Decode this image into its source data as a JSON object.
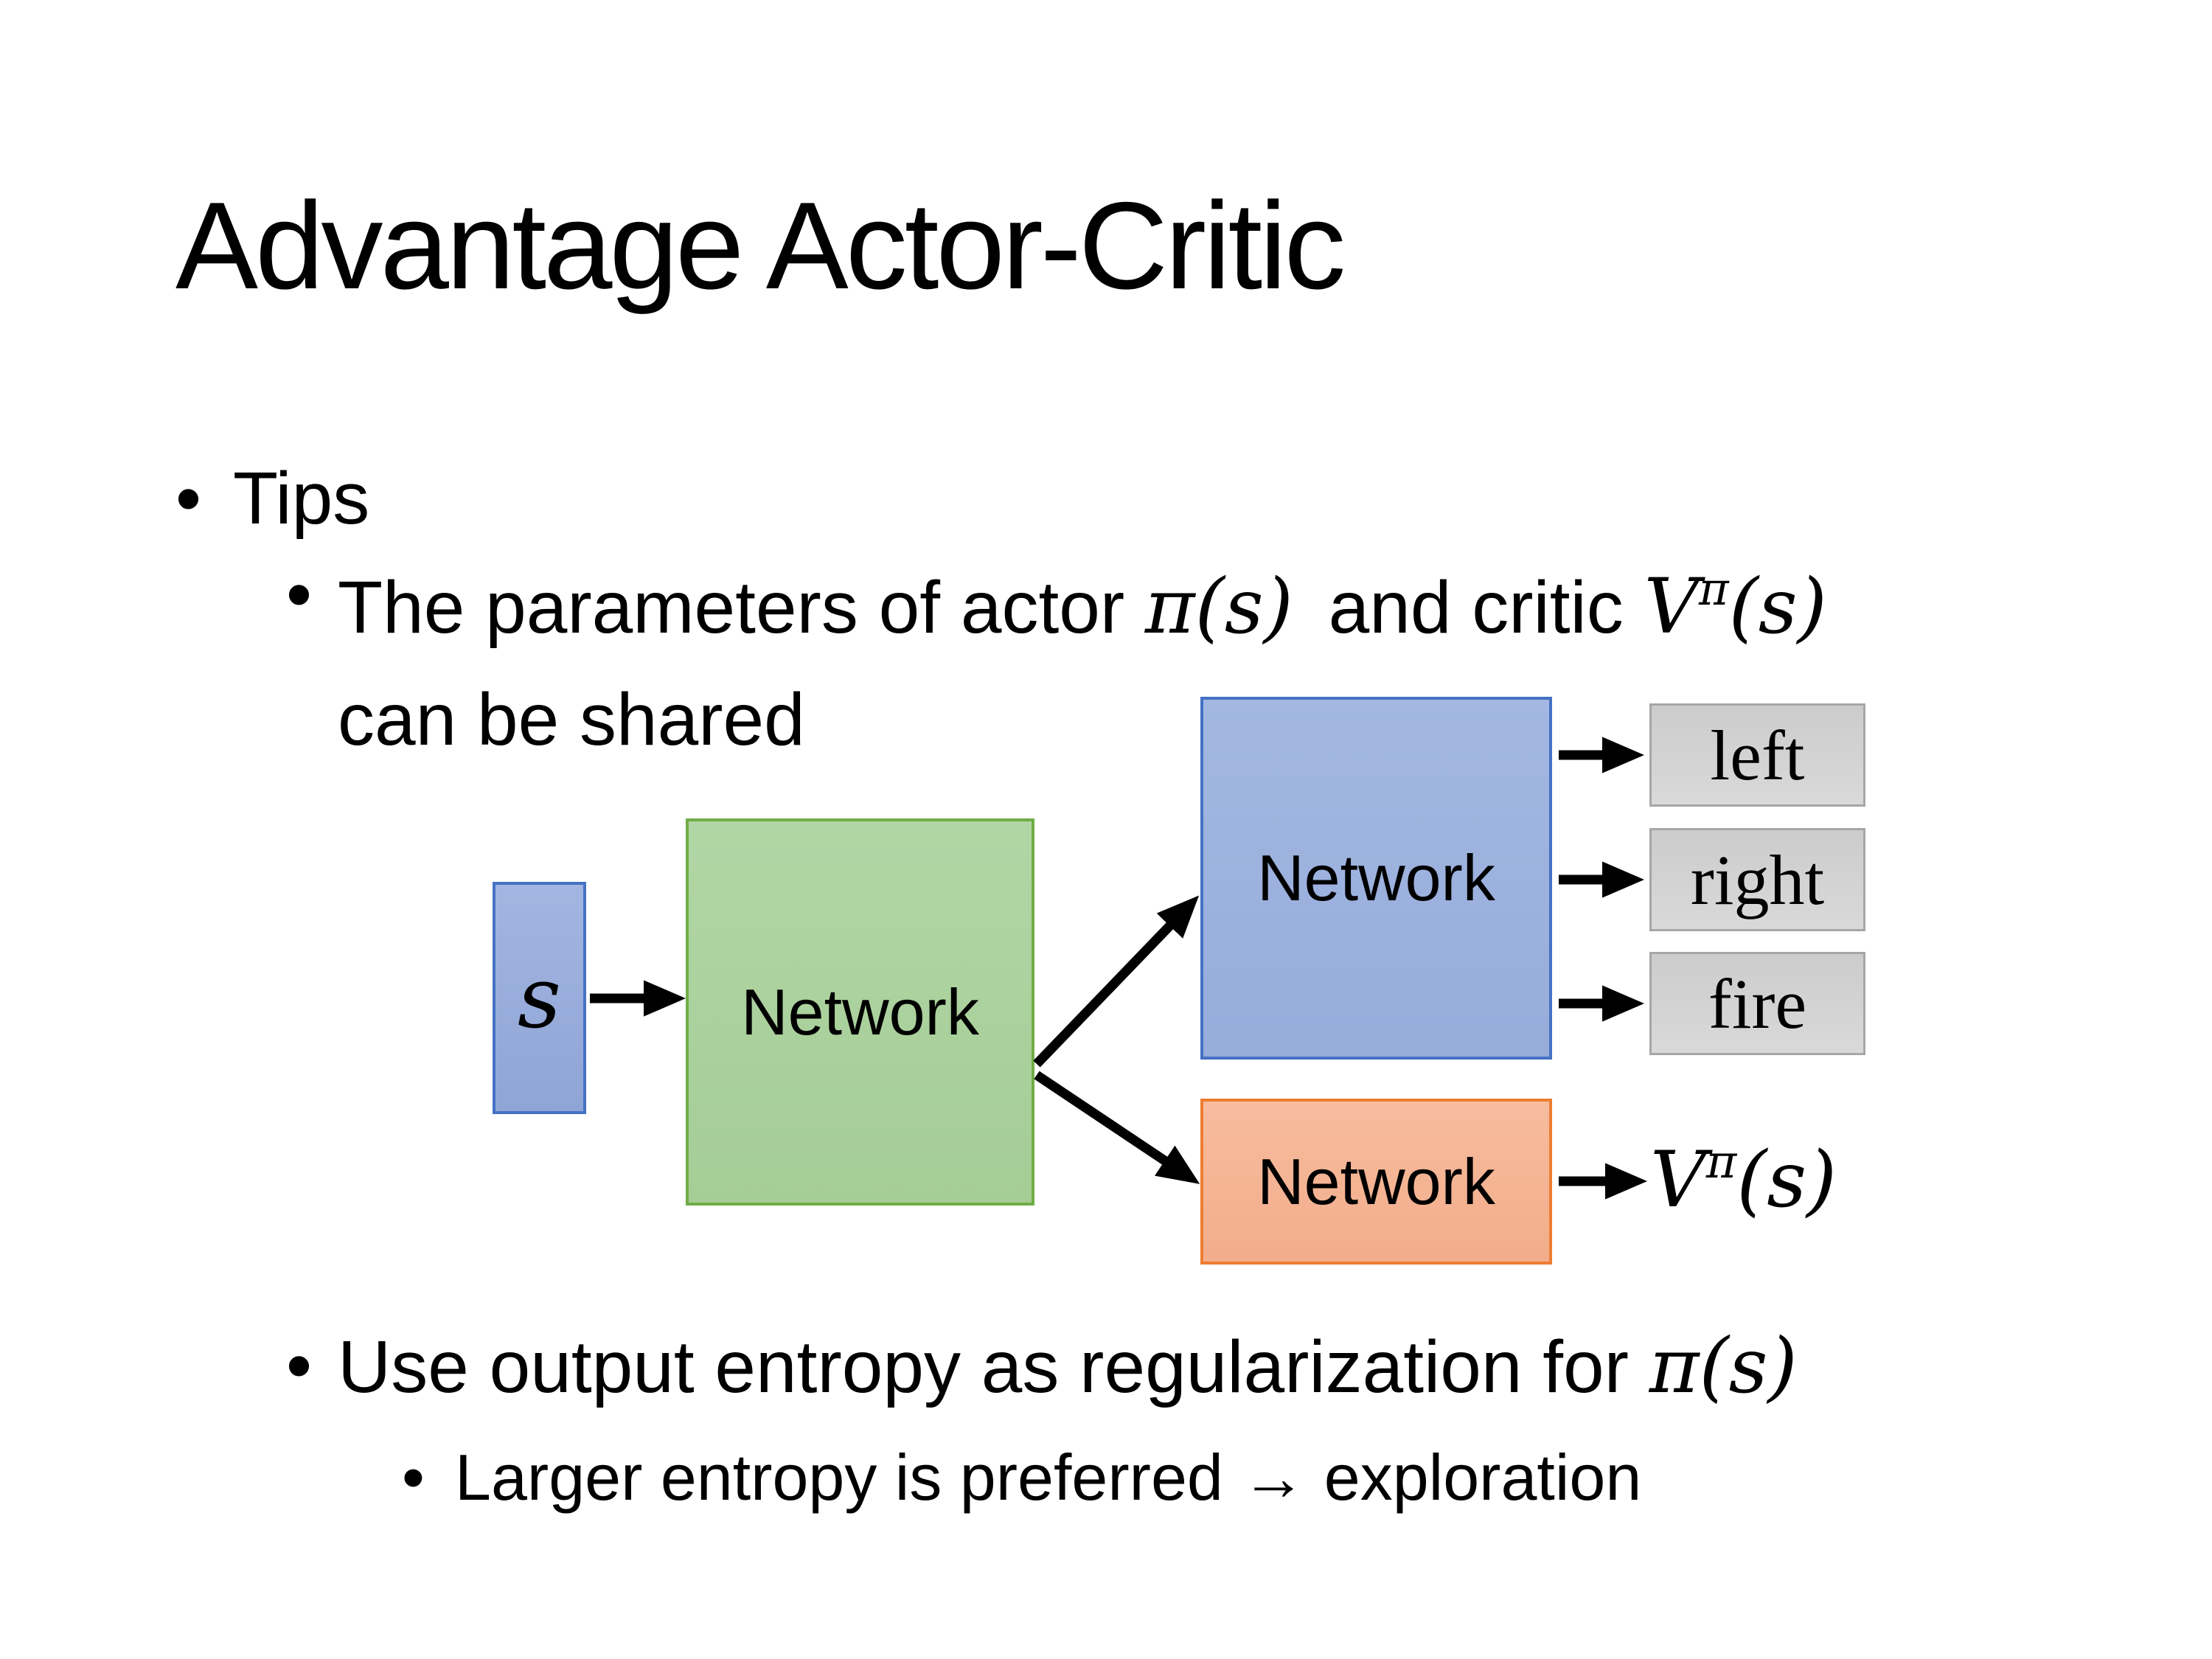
{
  "slide": {
    "title": "Advantage Actor-Critic",
    "background_color": "#FFFFFF",
    "text_color": "#000000"
  },
  "bullets": {
    "glyph": "•",
    "tips_label": "Tips",
    "shared_params": {
      "pre": "The parameters of actor ",
      "actor_math": "π(s)",
      "mid": " and critic ",
      "critic_base": "V",
      "critic_sup": "π",
      "critic_paren": "(s)",
      "line2": "can be shared"
    },
    "entropy": {
      "pre": "Use output entropy as regularization for ",
      "math": "π(s)"
    },
    "exploration": "Larger entropy is preferred → exploration"
  },
  "diagram": {
    "state_label": "s",
    "shared_network_label": "Network",
    "actor_network_label": "Network",
    "critic_network_label": "Network",
    "action_labels": [
      "left",
      "right",
      "fire"
    ],
    "value_output": {
      "base": "V",
      "sup": "π",
      "paren": "(s)"
    },
    "colors": {
      "state_fill": "#9AAEDD",
      "state_border": "#4472C4",
      "shared_fill": "#ABD19E",
      "shared_border": "#70AD47",
      "actor_fill": "#9DB2DE",
      "actor_border": "#4472C4",
      "critic_fill": "#F5B495",
      "critic_border": "#ED7D31",
      "action_fill": "#D2D2D2",
      "action_border": "#A6A6A6",
      "arrow": "#000000"
    }
  }
}
